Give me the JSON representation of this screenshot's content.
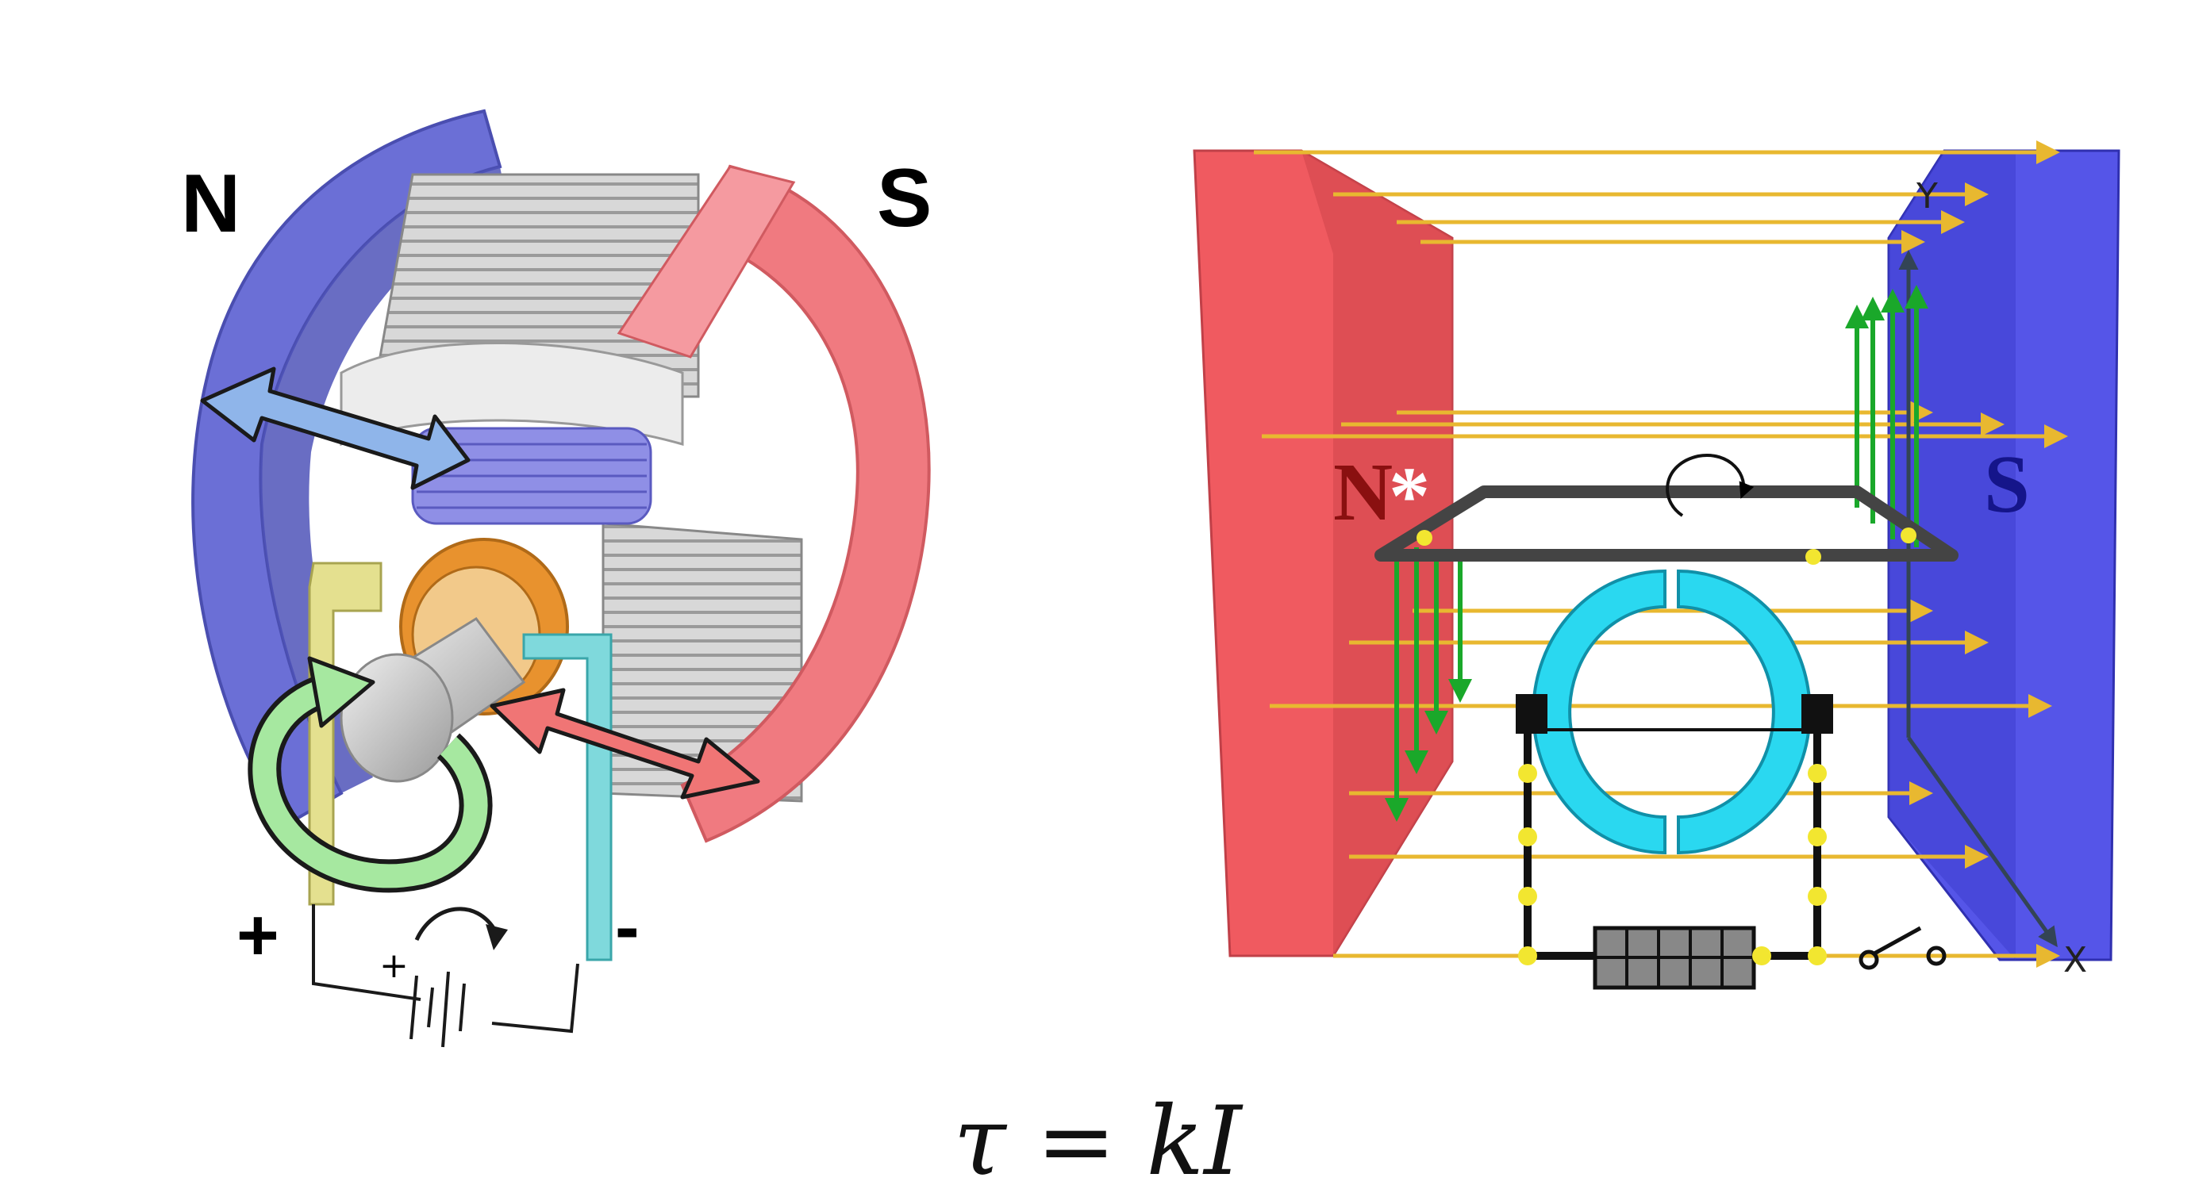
{
  "left_diagram": {
    "north_label": "N",
    "south_label": "S",
    "positive_label": "+",
    "negative_label": "-",
    "battery_plus_label": "+",
    "colors": {
      "north_magnet": "#6b6fd6",
      "south_magnet": "#f07a80",
      "force_arrow_top": "#8fb5ea",
      "force_arrow_bottom": "#f07575",
      "rotation_arrow": "#a6e8a0",
      "brush_positive": "#e4e08f",
      "brush_negative": "#7fd9dc",
      "commutator": "#e8922e",
      "coil": "#8f8fe6"
    }
  },
  "right_diagram": {
    "north_label": "N",
    "south_label": "S",
    "marker_label": "*",
    "axis_y_label": "Y",
    "axis_x_label": "X",
    "colors": {
      "north_magnet": "#f05a60",
      "south_magnet": "#5555e8",
      "field_lines": "#e8b830",
      "force_arrows": "#1aa82a",
      "commutator_ring": "#2ad8f0",
      "loop": "#444444",
      "contact_dots": "#f2e630"
    }
  },
  "formula": {
    "text": "τ = kI"
  }
}
